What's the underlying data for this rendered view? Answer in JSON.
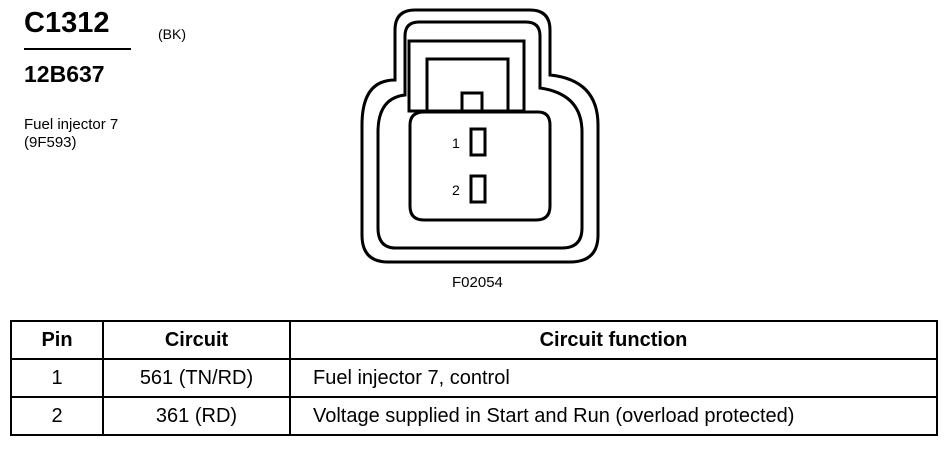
{
  "header": {
    "connector_id": "C1312",
    "color_code": "(BK)",
    "part_number": "12B637",
    "description_line1": "Fuel injector 7",
    "description_line2": "(9F593)"
  },
  "diagram": {
    "pin_labels": [
      "1",
      "2"
    ],
    "figure_code": "F02054",
    "icon": "connector-face-icon"
  },
  "table": {
    "headers": [
      "Pin",
      "Circuit",
      "Circuit function"
    ],
    "rows": [
      {
        "pin": "1",
        "circuit": "561 (TN/RD)",
        "function": "Fuel injector 7, control"
      },
      {
        "pin": "2",
        "circuit": "361 (RD)",
        "function": "Voltage supplied in Start and Run (overload protected)"
      }
    ]
  }
}
